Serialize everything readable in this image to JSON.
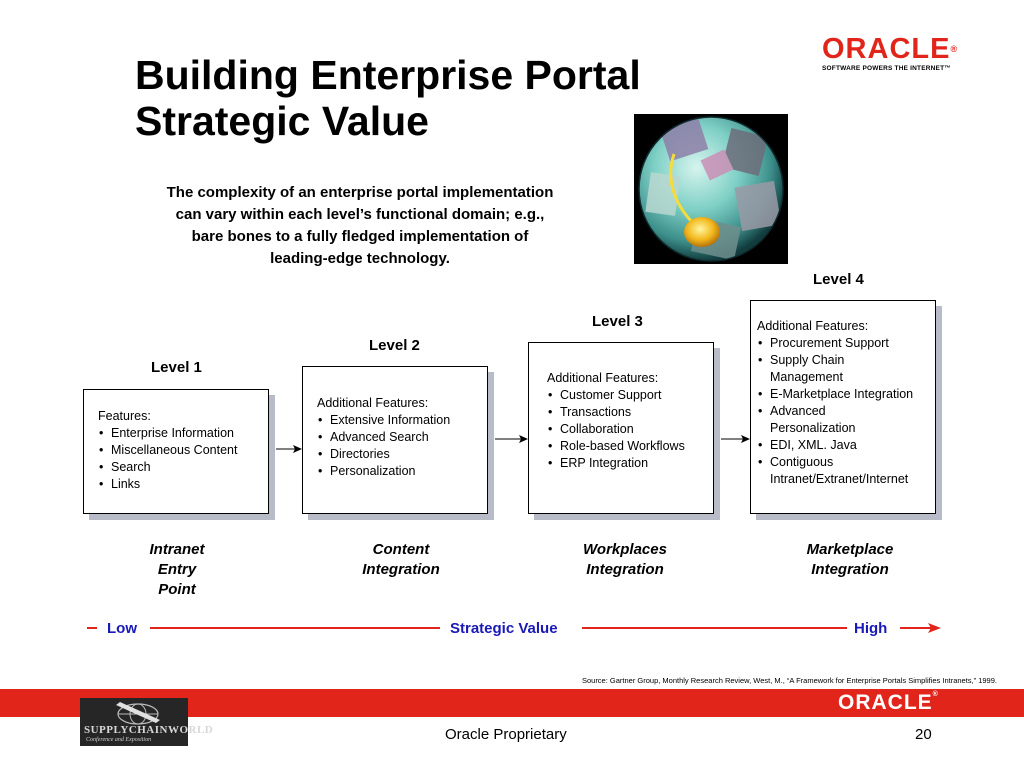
{
  "title": {
    "line1": "Building Enterprise Portal",
    "line2": "Strategic Value"
  },
  "brand": {
    "logo_text": "ORACLE",
    "logo_mark": "®",
    "tagline": "SOFTWARE POWERS THE INTERNET™",
    "color": "#e1251b"
  },
  "intro": {
    "line1": "The complexity of an enterprise portal implementation",
    "line2": "can vary within each level’s functional domain; e.g.,",
    "line3": "bare bones to a fully fledged implementation of",
    "line4": "leading-edge technology."
  },
  "levels": [
    {
      "label": "Level 1",
      "heading": "Features:",
      "items": [
        "Enterprise Information",
        "Miscellaneous Content",
        "Search",
        "Links"
      ],
      "category": [
        "Intranet",
        "Entry",
        "Point"
      ]
    },
    {
      "label": "Level 2",
      "heading": "Additional Features:",
      "items": [
        "Extensive Information",
        "Advanced Search",
        "Directories",
        "Personalization"
      ],
      "category": [
        "Content",
        "Integration"
      ]
    },
    {
      "label": "Level 3",
      "heading": "Additional Features:",
      "items": [
        "Customer Support",
        "Transactions",
        "Collaboration",
        "Role-based Workflows",
        "ERP Integration"
      ],
      "category": [
        "Workplaces",
        "Integration"
      ]
    },
    {
      "label": "Level 4",
      "heading": "Additional Features:",
      "items": [
        "Procurement Support",
        "Supply Chain",
        "E-Marketplace Integration",
        "Advanced",
        "EDI, XML. Java",
        "Contiguous"
      ],
      "item_continuations": [
        "",
        "Management",
        "",
        "Personalization",
        "",
        "Intranet/Extranet/Internet"
      ],
      "category": [
        "Marketplace",
        "Integration"
      ]
    }
  ],
  "scale": {
    "low": "Low",
    "middle": "Strategic Value",
    "high": "High",
    "line_color": "#e1251b",
    "text_color": "#1919b8"
  },
  "source": "Source: Gartner Group, Monthly Research Review, West, M., “A Framework for Enterprise Portals Simplifies Intranets,” 1999.",
  "footer": {
    "band_logo": "ORACLE",
    "band_logo_mark": "®",
    "event_logo_text": "SUPPLYCHAINWORLD",
    "event_logo_sub": "Conference and Exposition",
    "proprietary": "Oracle Proprietary",
    "page_number": "20"
  }
}
